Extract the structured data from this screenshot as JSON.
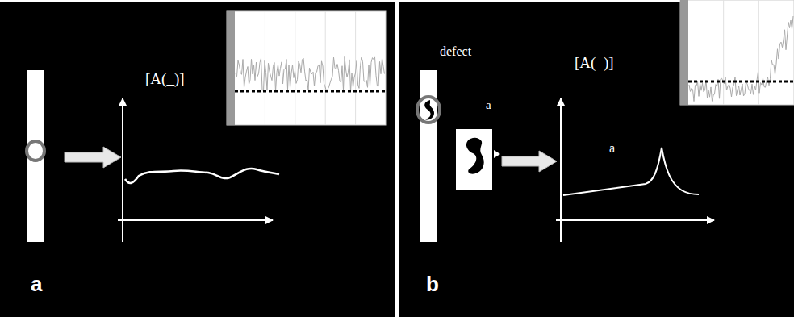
{
  "diagram": {
    "labels": [
      "[A(_)]",
      "a",
      "defect",
      "a",
      "[A(_)]",
      "a",
      "b"
    ]
  }
}
